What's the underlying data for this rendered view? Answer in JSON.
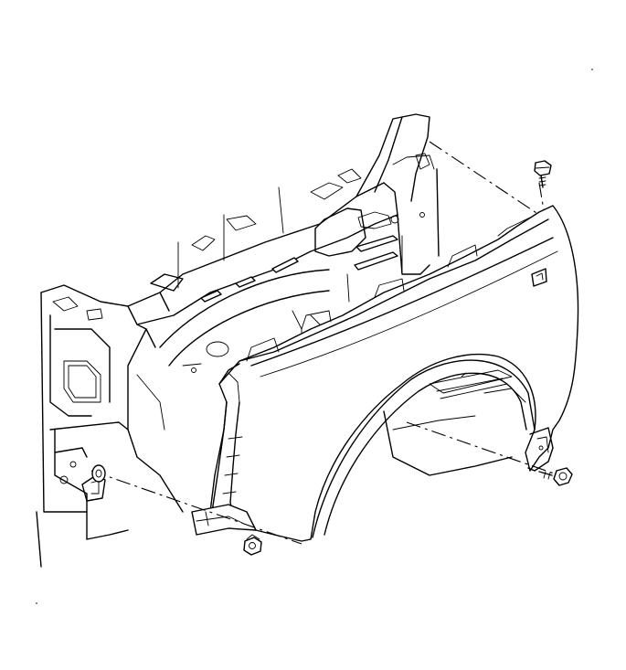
{
  "diagram": {
    "subject": "front-fender-installation",
    "parts": [
      {
        "id": "fender",
        "icon": "fender-panel"
      },
      {
        "id": "inner-body-structure",
        "icon": "body-structure"
      },
      {
        "id": "top-bolt",
        "icon": "bolt"
      },
      {
        "id": "rear-bolt",
        "icon": "bolt"
      },
      {
        "id": "front-lower-nut",
        "icon": "nut"
      }
    ],
    "line_color": "#000000",
    "background": "#ffffff"
  }
}
